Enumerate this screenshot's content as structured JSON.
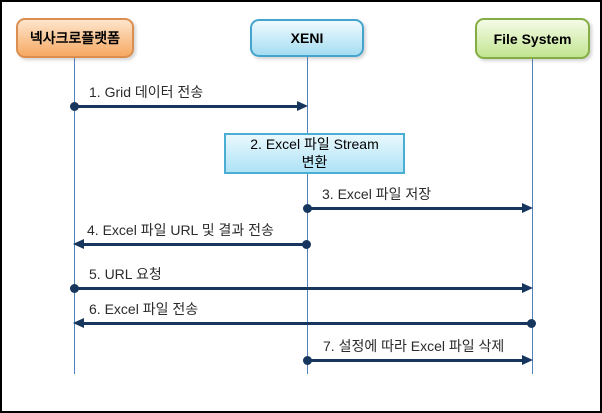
{
  "diagram": {
    "kind": "sequence-diagram",
    "actors": [
      {
        "id": "platform",
        "label": "넥사크로플랫폼"
      },
      {
        "id": "xeni",
        "label": "XENI"
      },
      {
        "id": "filesystem",
        "label": "File System"
      }
    ],
    "messages": [
      {
        "order": 1,
        "label": "1. Grid 데이터 전송",
        "from": "넥사크로플랫폼",
        "to": "XENI"
      },
      {
        "order": 2,
        "label": "2. Excel 파일 Stream",
        "label_line2": "변환",
        "type": "self-process",
        "actor": "XENI"
      },
      {
        "order": 3,
        "label": "3. Excel 파일 저장",
        "from": "XENI",
        "to": "File System"
      },
      {
        "order": 4,
        "label": "4. Excel 파일 URL 및 결과 전송",
        "from": "XENI",
        "to": "넥사크로플랫폼"
      },
      {
        "order": 5,
        "label": "5. URL 요청",
        "from": "넥사크로플랫폼",
        "to": "File System"
      },
      {
        "order": 6,
        "label": "6. Excel 파일 전송",
        "from": "File System",
        "to": "넥사크로플랫폼"
      },
      {
        "order": 7,
        "label": "7. 설정에 따라 Excel 파일 삭제",
        "from": "XENI",
        "to": "File System"
      }
    ],
    "colors": {
      "actor_platform_fill_top": "#FDE5CC",
      "actor_platform_fill_bottom": "#F6A963",
      "actor_platform_border": "#DB8E4F",
      "actor_xeni_fill_top": "#EFFAFE",
      "actor_xeni_fill_bottom": "#A5DDF2",
      "actor_xeni_border": "#43A5CD",
      "actor_filesystem_fill_top": "#F5FBE7",
      "actor_filesystem_fill_bottom": "#C2E591",
      "actor_filesystem_border": "#84AE45",
      "process_fill_top": "#E9F8FD",
      "process_fill_bottom": "#AEE3F6",
      "process_border": "#4AAED4",
      "arrow": "#17365D",
      "lifeline": "#4F81BD",
      "frame_border": "#000000",
      "background": "#FFFFFF"
    }
  }
}
